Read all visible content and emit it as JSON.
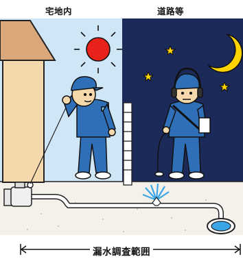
{
  "labels": {
    "private_property": "宅地内",
    "road": "道路等",
    "survey_range": "漏水調査範囲"
  },
  "colors": {
    "day_sky": "#cfe6f6",
    "night_sky": "#1c2a5a",
    "uniform": "#2e6fb8",
    "sun": "#e8211b",
    "moon": "#ffd400",
    "house_wall": "#f6d8ad",
    "roof": "#d9a77a",
    "ground": "#f4f1ea",
    "water_leak": "#3aa6e8"
  },
  "icons": [
    "sun-icon",
    "moon-icon",
    "star-icon",
    "house-icon",
    "water-meter-icon",
    "leak-spray-icon",
    "manhole-icon",
    "headphones-icon",
    "range-arrow-icon"
  ]
}
